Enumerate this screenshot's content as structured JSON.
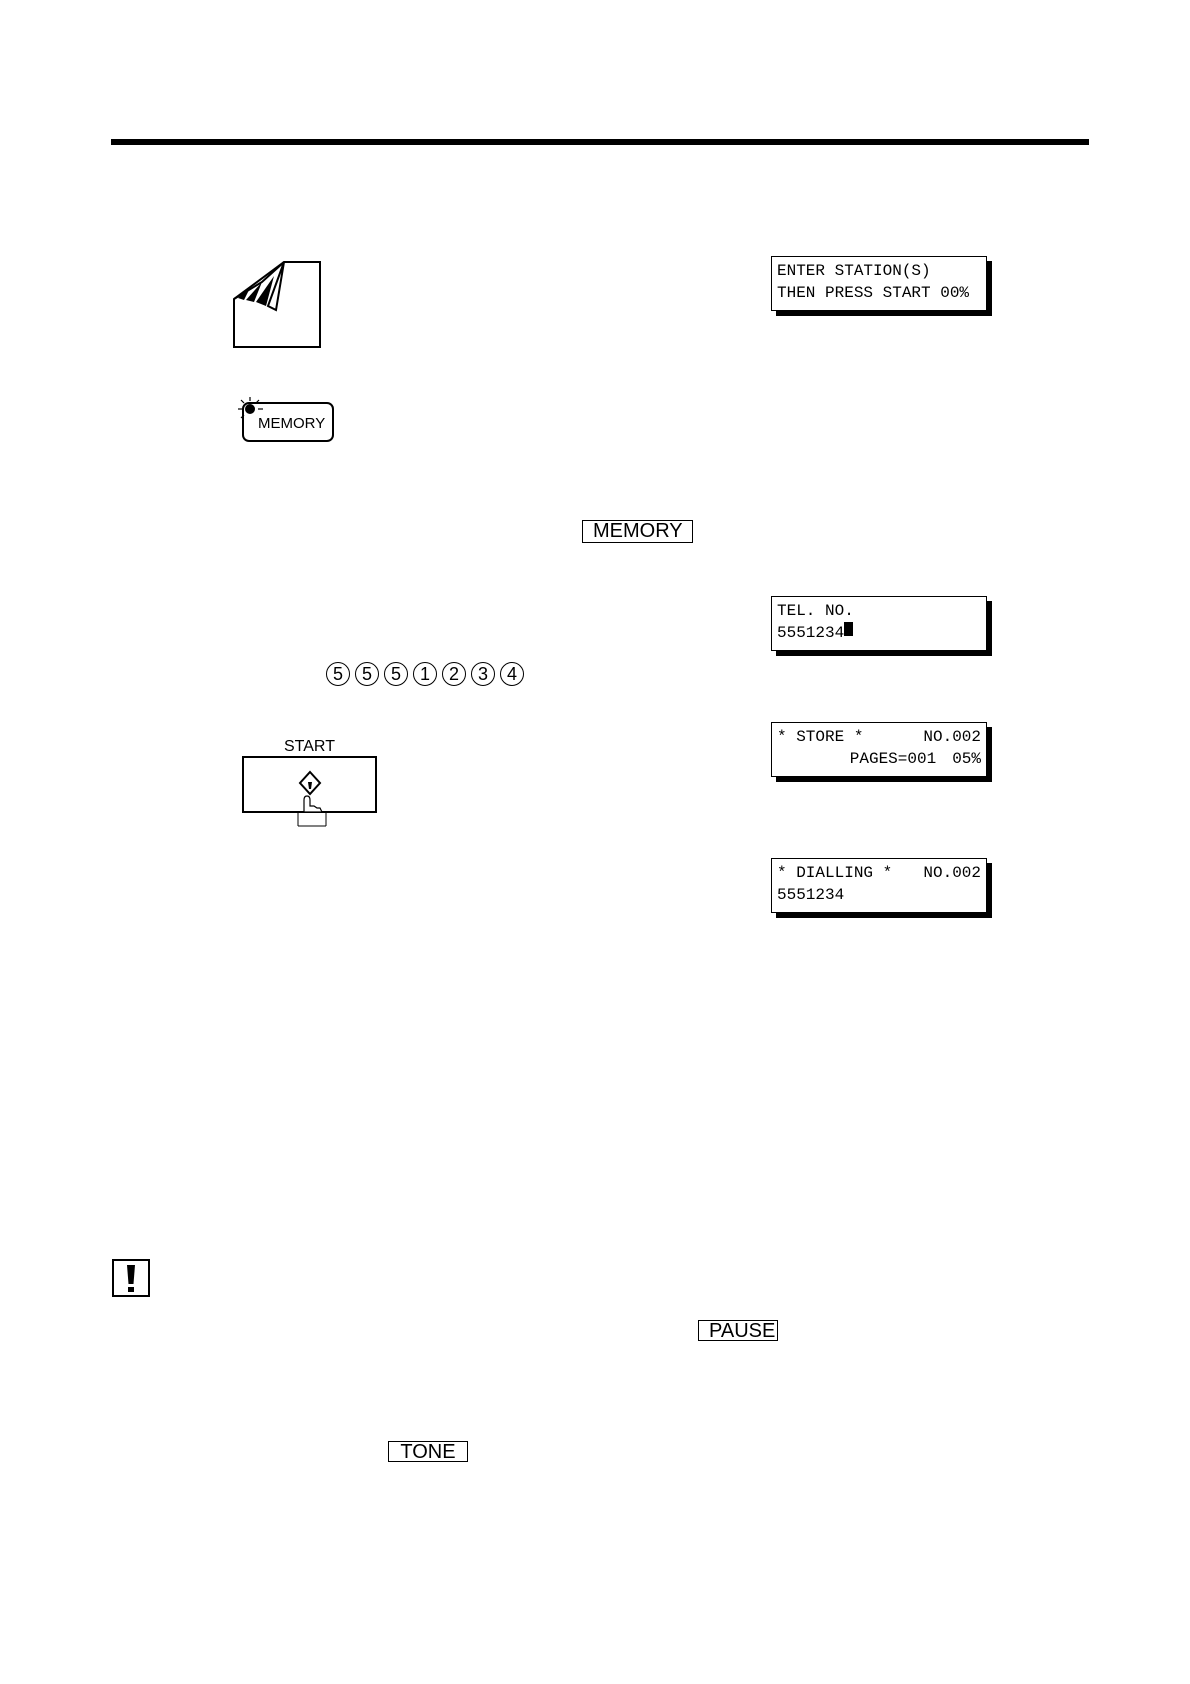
{
  "lcd_panels": [
    {
      "line1": "ENTER STATION(S)",
      "line2": "THEN PRESS START 00%"
    },
    {
      "line1": "TEL. NO.",
      "line2": "5551234"
    },
    {
      "line1_left": "* STORE *",
      "line1_right": "NO.002",
      "line2_left": "PAGES=001",
      "line2_right": "05%"
    },
    {
      "line1_left": "* DIALLING *",
      "line1_right": "NO.002",
      "line2": "5551234"
    }
  ],
  "memory_button": {
    "label": "MEMORY"
  },
  "start_button": {
    "label": "START"
  },
  "keys": {
    "memory": "MEMORY",
    "pause": "PAUSE",
    "tone": "TONE"
  },
  "digits": [
    "5",
    "5",
    "5",
    "1",
    "2",
    "3",
    "4"
  ]
}
